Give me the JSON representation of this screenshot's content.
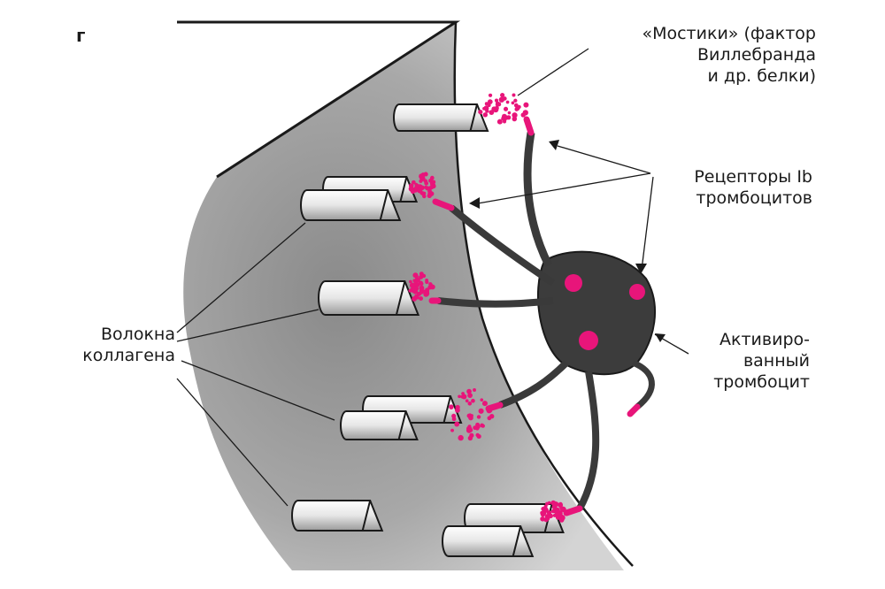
{
  "panel_letter": "г",
  "labels": {
    "bridges": [
      "«Мостики» (фактор",
      "Виллебранда",
      "и др. белки)"
    ],
    "receptors": [
      "Рецепторы Ib",
      "тромбоцитов"
    ],
    "activated_platelet": [
      "Активиро-",
      "ванный",
      "тромбоцит"
    ],
    "collagen_fibers": [
      "Волокна",
      "коллагена"
    ]
  },
  "colors": {
    "tissue": "#9a9a9a",
    "platelet": "#3a3a3a",
    "bridge": "#e8157a",
    "line": "#1a1a1a"
  }
}
